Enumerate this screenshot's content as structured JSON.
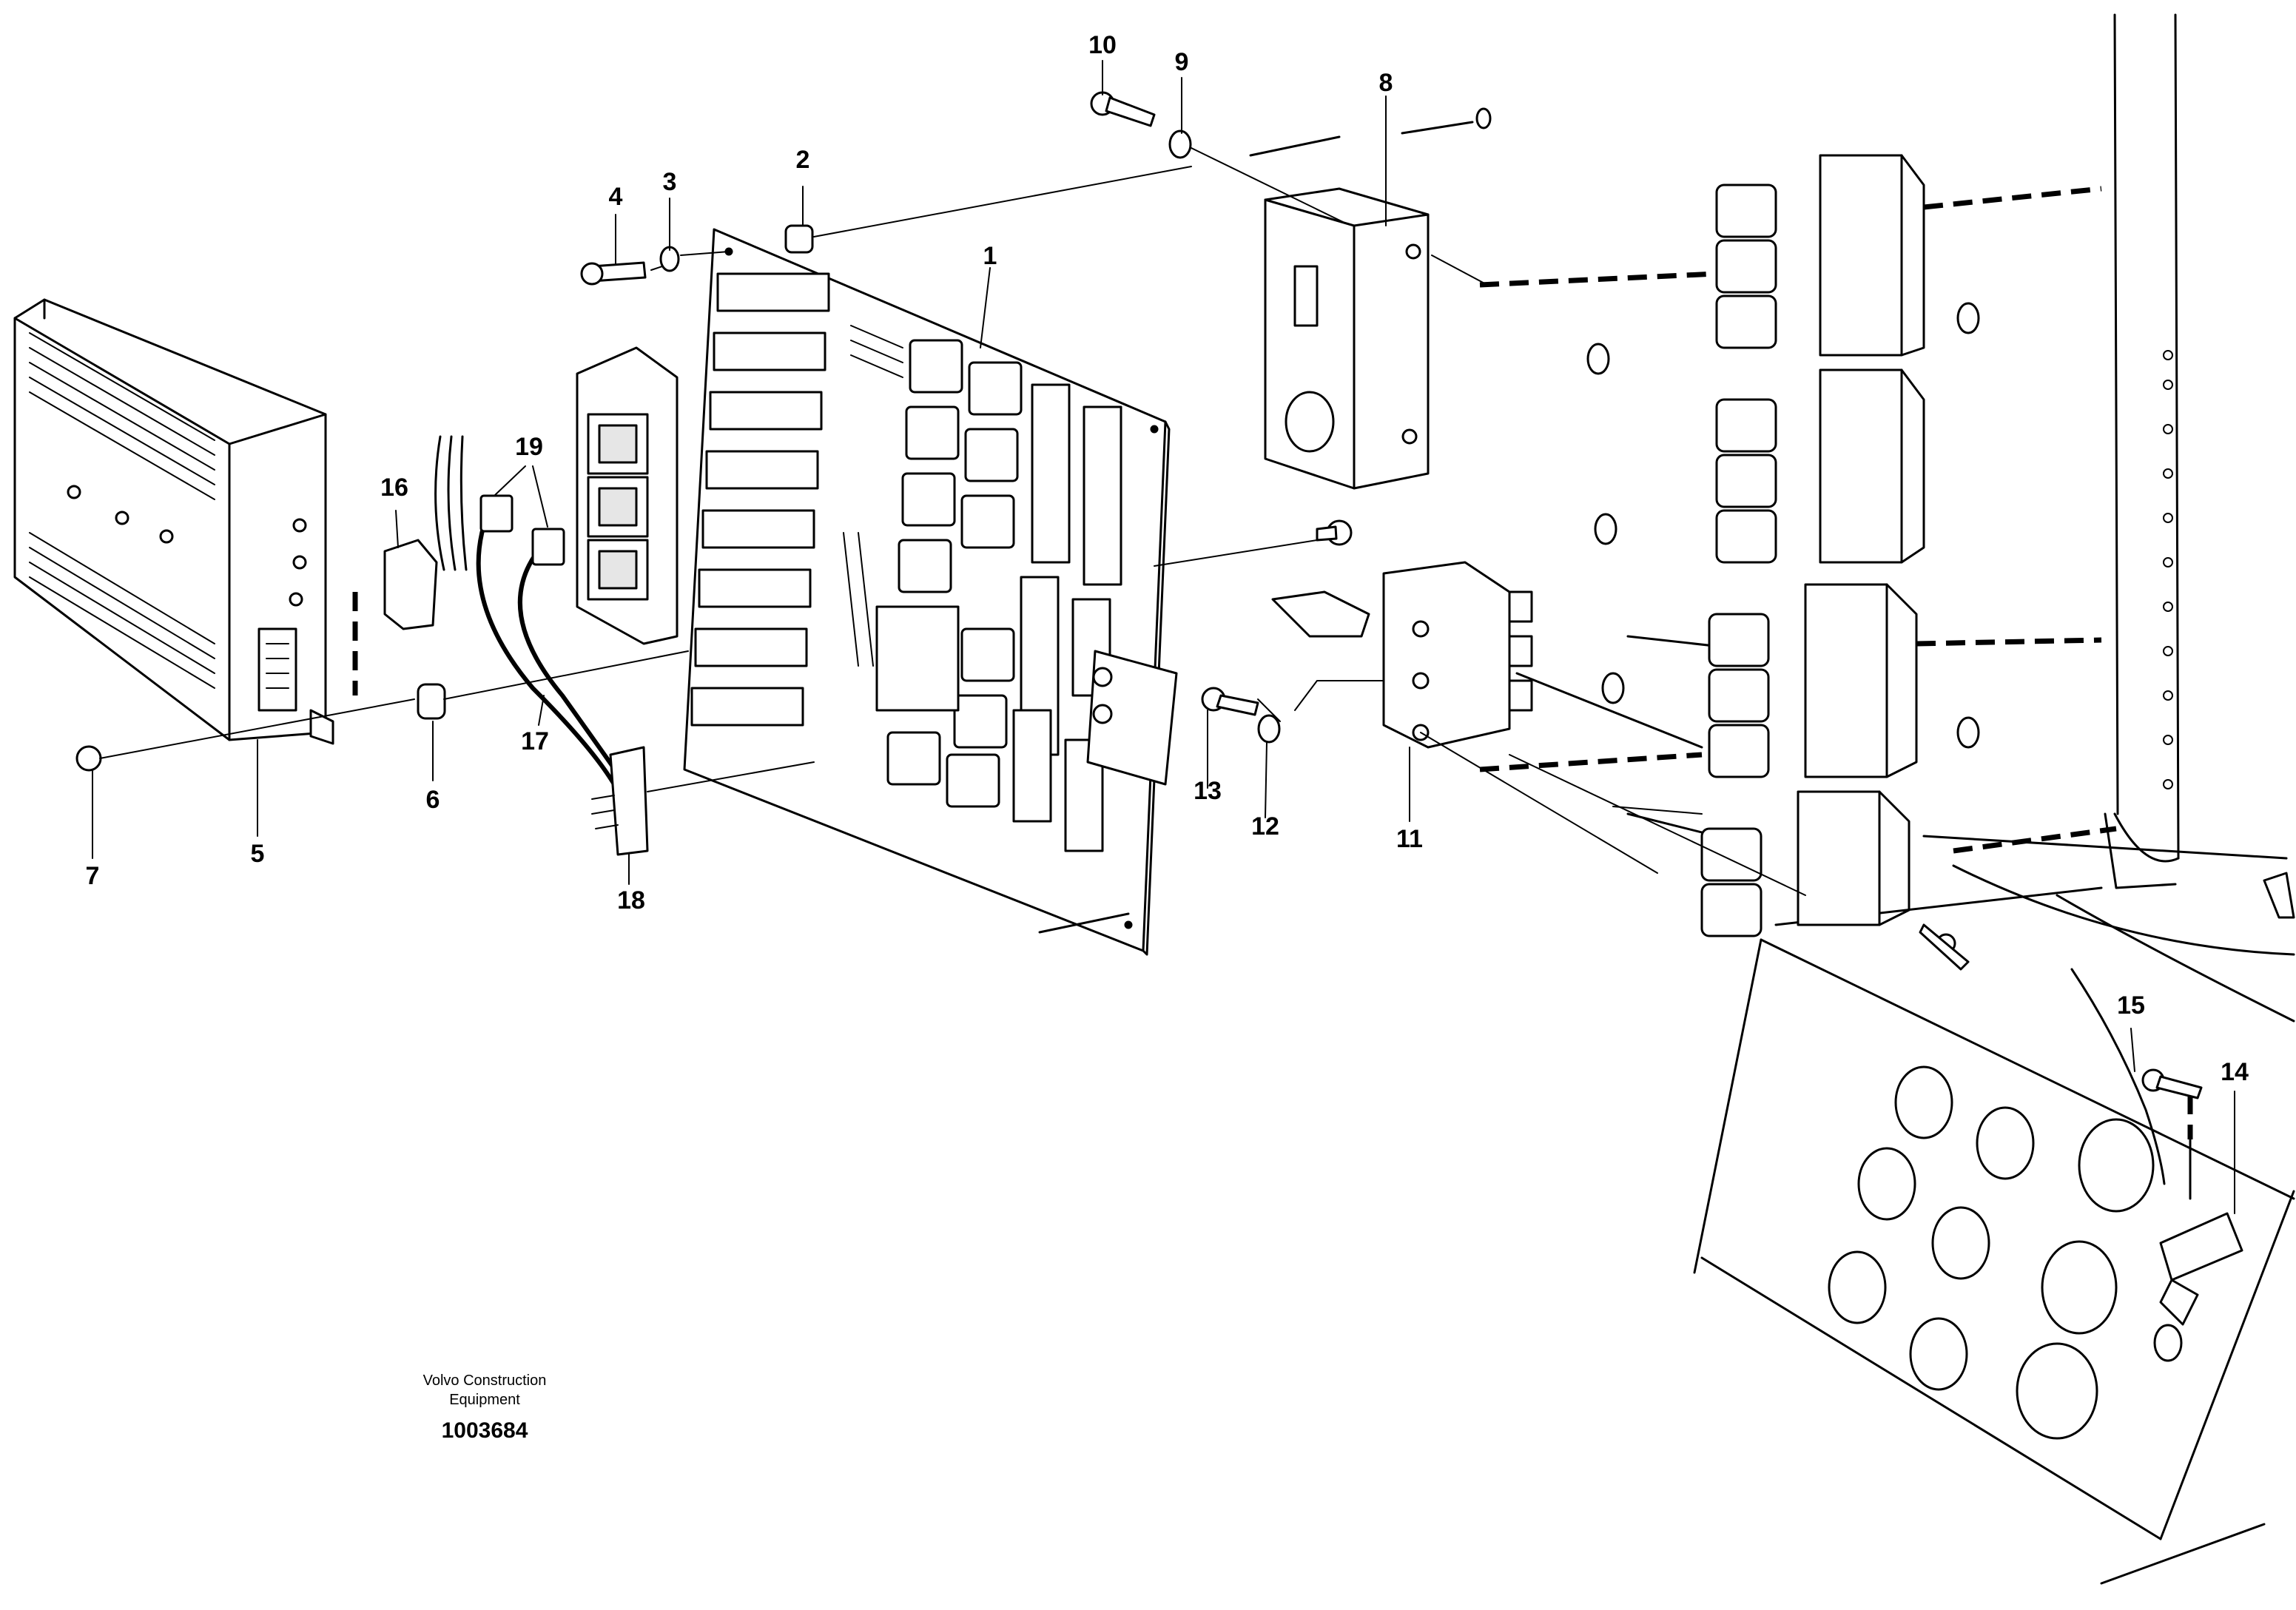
{
  "callouts": {
    "c1": "1",
    "c2": "2",
    "c3": "3",
    "c4": "4",
    "c5": "5",
    "c6": "6",
    "c7": "7",
    "c8": "8",
    "c9": "9",
    "c10": "10",
    "c11": "11",
    "c12": "12",
    "c13": "13",
    "c14": "14",
    "c15": "15",
    "c16": "16",
    "c17": "17",
    "c18": "18",
    "c19": "19"
  },
  "footer": {
    "company_line1": "Volvo Construction",
    "company_line2": "Equipment",
    "drawing_number": "1003684"
  }
}
